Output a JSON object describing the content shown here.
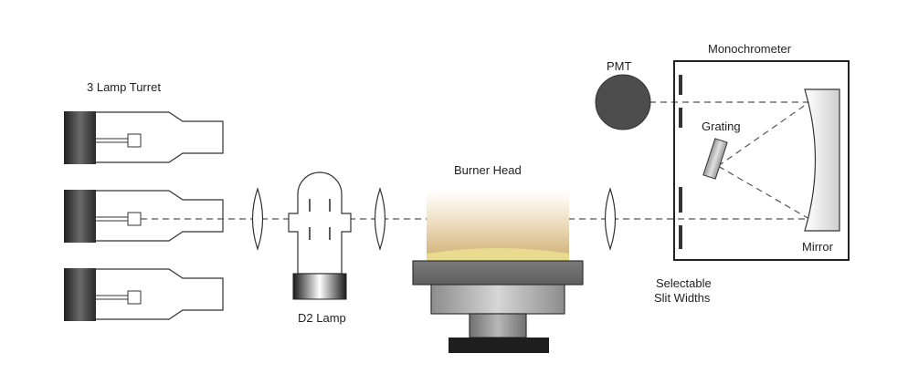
{
  "labels": {
    "lamp_turret": "3 Lamp Turret",
    "d2_lamp": "D2 Lamp",
    "burner_head": "Burner Head",
    "pmt": "PMT",
    "monochrometer": "Monochrometer",
    "grating": "Grating",
    "mirror": "Mirror",
    "slit_line1": "Selectable",
    "slit_line2": "Slit Widths"
  },
  "colors": {
    "outline": "#333333",
    "lamp_cap": "#4a4a4a",
    "pmt_fill": "#4d4d4d",
    "optic_path": "#555555",
    "flame_top": "#f6efe2",
    "flame_bottom": "#d4b87e",
    "flame_core": "#e7d78c",
    "burner_base": "#6f6f6f",
    "burner_stand": "#1e1e1e"
  }
}
